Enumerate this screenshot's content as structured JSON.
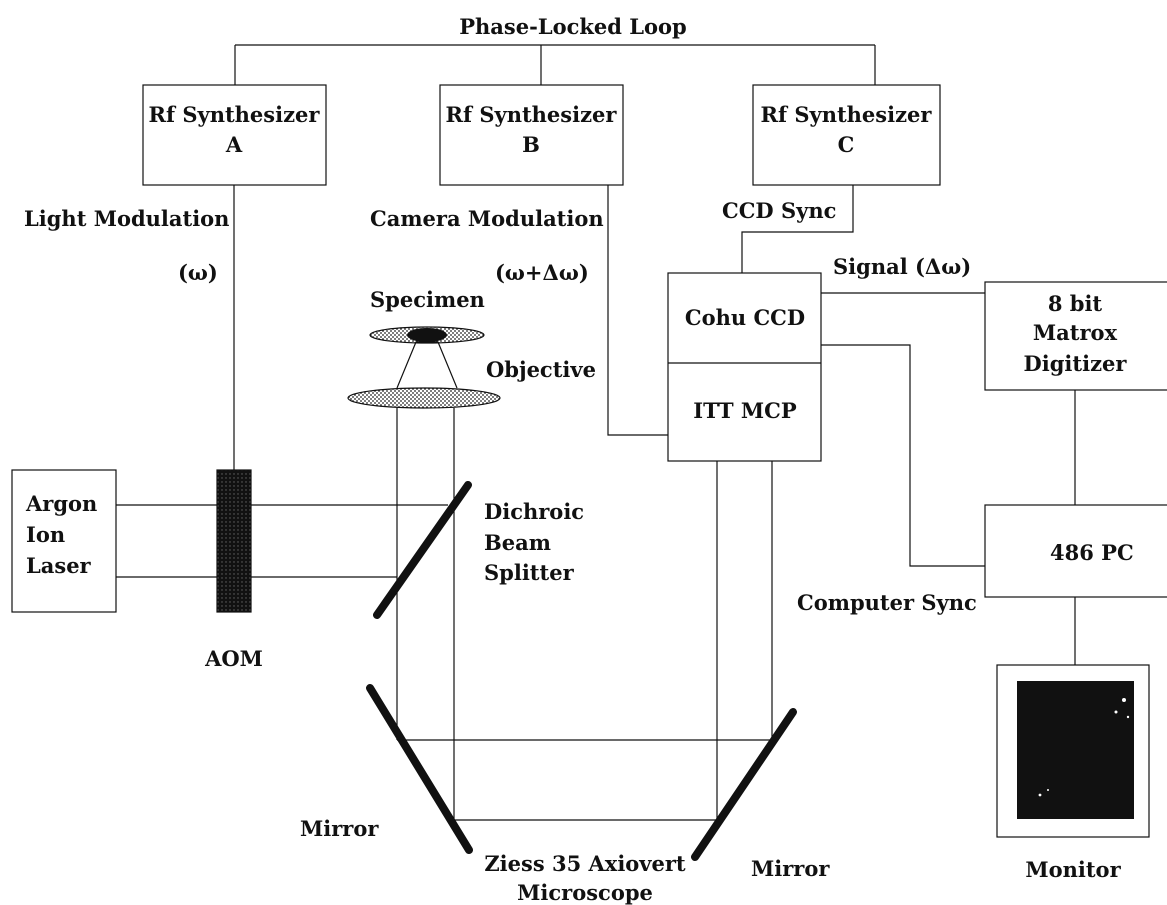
{
  "labels": {
    "pll": "Phase-Locked Loop",
    "synth_a_1": "Rf Synthesizer",
    "synth_a_2": "A",
    "synth_b_1": "Rf Synthesizer",
    "synth_b_2": "B",
    "synth_c_1": "Rf Synthesizer",
    "synth_c_2": "C",
    "light_mod": "Light Modulation",
    "omega": "(ω)",
    "camera_mod": "Camera Modulation",
    "omega_delta": "(ω+Δω)",
    "ccd_sync": "CCD Sync",
    "signal": "Signal (Δω)",
    "specimen": "Specimen",
    "objective": "Objective",
    "cohu_ccd": "Cohu CCD",
    "itt_mcp": "ITT MCP",
    "digitizer_1": "8 bit",
    "digitizer_2": "Matrox",
    "digitizer_3": "Digitizer",
    "laser_1": "Argon",
    "laser_2": "Ion",
    "laser_3": "Laser",
    "dichroic_1": "Dichroic",
    "dichroic_2": "Beam",
    "dichroic_3": "Splitter",
    "pc": "486  PC",
    "computer_sync": "Computer Sync",
    "aom": "AOM",
    "mirror_left": "Mirror",
    "mirror_right": "Mirror",
    "microscope_1": "Ziess 35 Axiovert",
    "microscope_2": "Microscope",
    "monitor": "Monitor"
  }
}
